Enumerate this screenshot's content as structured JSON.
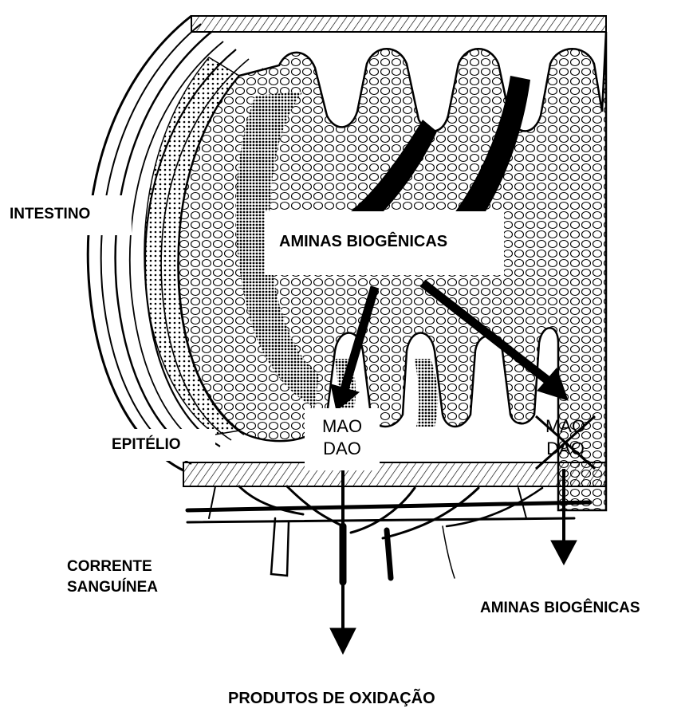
{
  "labels": {
    "intestino": "INTESTINO",
    "aminas_top": "AMINAS BIOGÊNICAS",
    "epitelio": "EPITÉLIO",
    "corrente_line1": "CORRENTE",
    "corrente_line2": "SANGUÍNEA",
    "aminas_right": "AMINAS BIOGÊNICAS",
    "produtos": "PRODUTOS DE OXIDAÇÃO"
  },
  "enzymes_left": {
    "line1": "MAO",
    "line2": "DAO"
  },
  "enzymes_right": {
    "line1": "MAO",
    "line2": "DAO",
    "crossed_out": true
  }
}
